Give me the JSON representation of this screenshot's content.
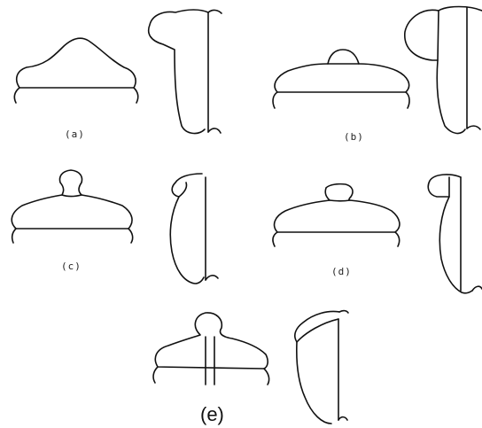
{
  "figure": {
    "panels": [
      {
        "id": "a",
        "label": "(a)"
      },
      {
        "id": "b",
        "label": "(b)"
      },
      {
        "id": "c",
        "label": "(c)"
      },
      {
        "id": "d",
        "label": "(d)"
      },
      {
        "id": "e",
        "label": "(e)"
      }
    ]
  }
}
